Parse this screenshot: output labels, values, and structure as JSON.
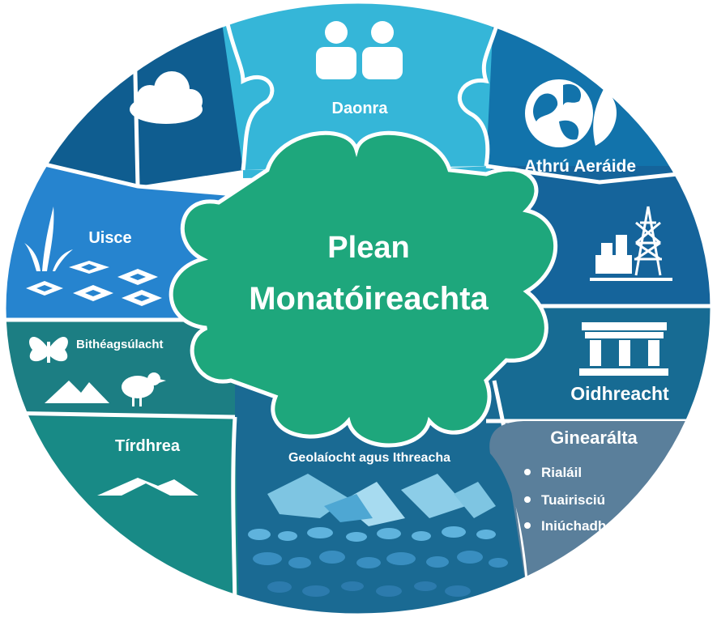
{
  "center": {
    "line1": "Plean",
    "line2": "Monatóireachta"
  },
  "segments": {
    "daonra": {
      "label": "Daonra",
      "icon": "people-icon",
      "color": "#35b6d8"
    },
    "cloud": {
      "label": "",
      "icon": "cloud-icon",
      "color": "#0f5d90"
    },
    "athru": {
      "label": "Athrú Aeráide",
      "icon": "globe-leaf-icon",
      "color": "#1273ab"
    },
    "energy": {
      "label": "",
      "icon": "power-pylon-icon",
      "color": "#15649b"
    },
    "oidhreacht": {
      "label": "Oidhreacht",
      "icon": "heritage-building-icon",
      "color": "#176b93"
    },
    "ginearalta": {
      "label": "Ginearálta",
      "items": [
        "Rialáil",
        "Tuairisciú",
        "Iniúchadh"
      ],
      "color": "#5a7f9b"
    },
    "geolaiocht": {
      "label": "Geolaíocht agus Ithreacha",
      "icon": "rock-layers-icon",
      "color": "#1a6a93"
    },
    "tirdhrea": {
      "label": "Tírdhrea",
      "icon": "hills-icon",
      "color": "#188a86"
    },
    "bitheag": {
      "label": "Bithéagsúlacht",
      "icon": "butterfly-bird-icon",
      "color": "#1c7e83"
    },
    "uisce": {
      "label": "Uisce",
      "icon": "water-reed-icon",
      "color": "#2684cf"
    }
  },
  "colors": {
    "center": "#1ea77c",
    "separator": "#ffffff"
  }
}
